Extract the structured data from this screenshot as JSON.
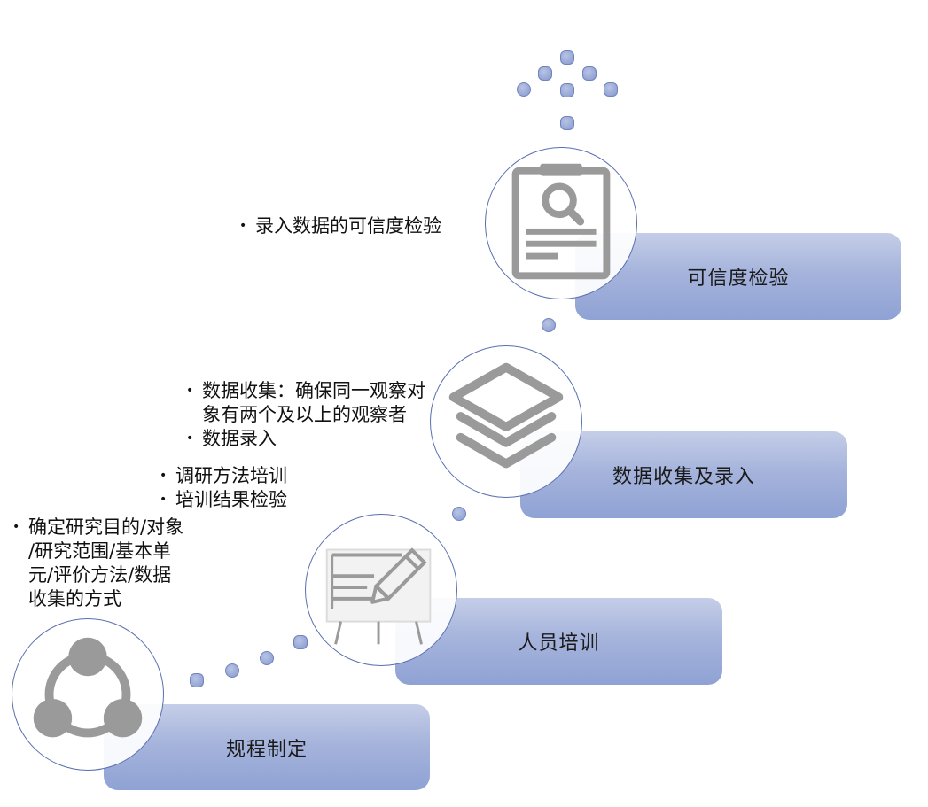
{
  "steps": {
    "s1": {
      "label": "规程制定"
    },
    "s2": {
      "label": "人员培训"
    },
    "s3": {
      "label": "数据收集及录入"
    },
    "s4": {
      "label": "可信度检验"
    }
  },
  "notes": {
    "s1": [
      "确定研究目的/对象\n/研究范围/基本单\n元/评价方法/数据\n收集的方式"
    ],
    "s2": [
      "调研方法培训",
      "培训结果检验"
    ],
    "s3": [
      "数据收集：确保同一观察对\n象有两个及以上的观察者",
      "数据录入"
    ],
    "s4": [
      "录入数据的可信度检验"
    ]
  },
  "bullet_symbol": "•",
  "colors": {
    "box_top": "#c5cee8",
    "box_bottom": "#8fa2d4",
    "ring": "#5a6fb0",
    "icon_gray": "#9a9a9a",
    "dot": "#95a6d6"
  },
  "icons": {
    "s1": "share-network-icon",
    "s2": "presentation-board-pen-icon",
    "s3": "layers-stack-icon",
    "s4": "clipboard-search-icon"
  }
}
